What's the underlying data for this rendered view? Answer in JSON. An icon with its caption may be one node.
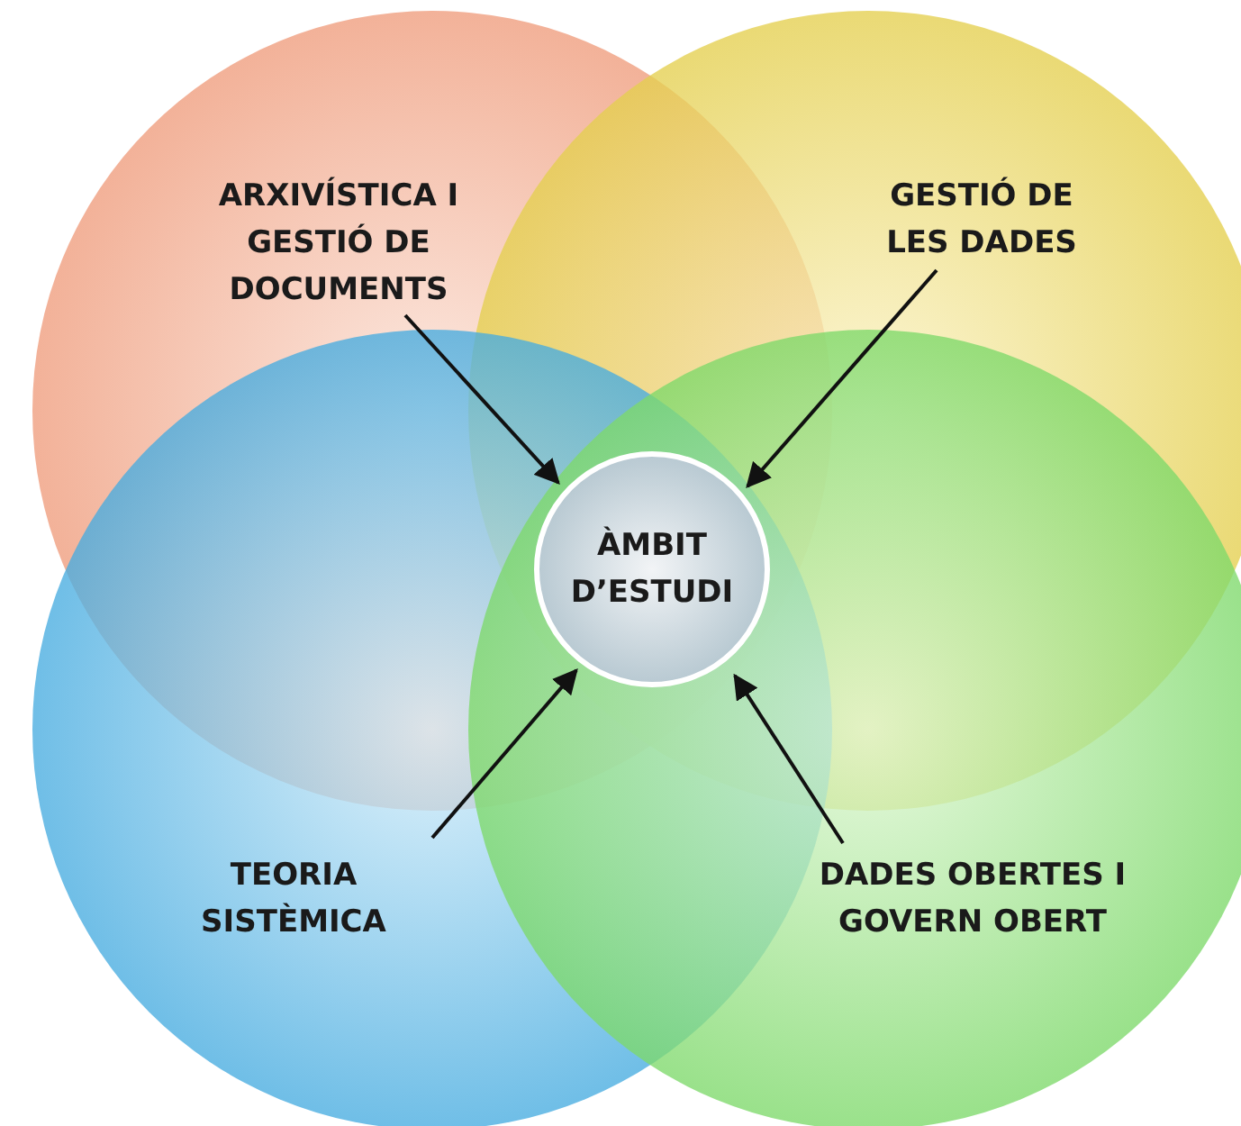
{
  "diagram": {
    "nodes": [
      {
        "text": [
          "ARXIVÍSTICA I GESTIÓ DE DOCUMENTS"
        ]
      },
      {
        "text": [
          "GESTIÓ DE LES DADES"
        ]
      },
      {
        "text": [
          "TEORIA SISTÈMICA"
        ]
      },
      {
        "text": [
          "DADES OBERTES I GOVERN OBERT"
        ]
      },
      {
        "text": [
          "ÀMBIT D’ESTUDI"
        ]
      }
    ],
    "edges": [
      {
        "from": 0,
        "to": 4,
        "arrow": "to"
      },
      {
        "from": 1,
        "to": 4,
        "arrow": "to"
      },
      {
        "from": 2,
        "to": 4,
        "arrow": "to"
      },
      {
        "from": 3,
        "to": 4,
        "arrow": "to"
      }
    ]
  }
}
